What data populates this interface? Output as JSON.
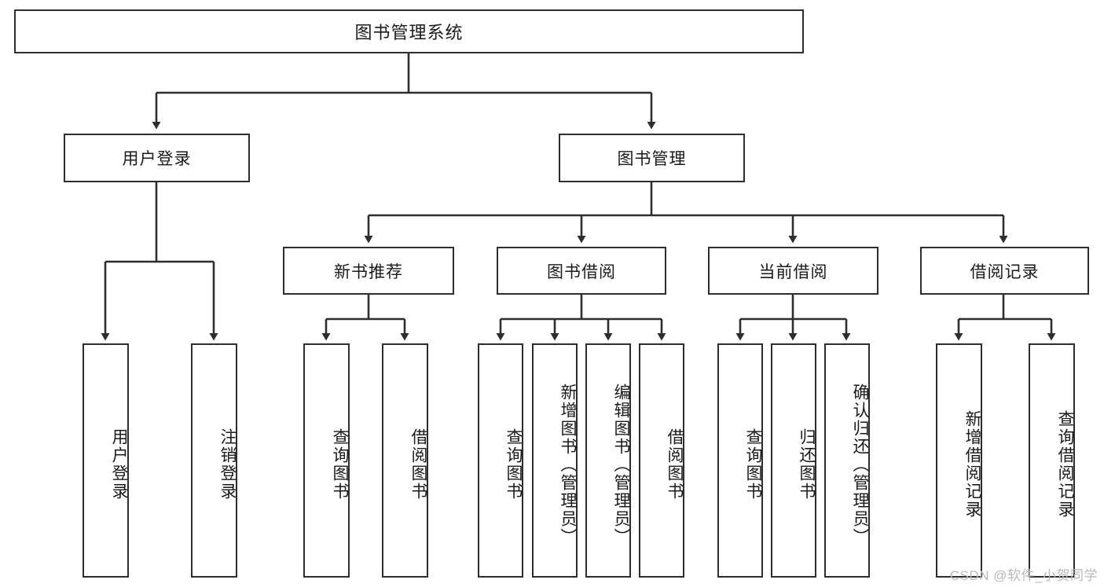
{
  "diagram": {
    "title": "图书管理系统",
    "type": "functional-structure-tree",
    "root": {
      "id": "root",
      "label": "图书管理系统"
    },
    "level1": [
      {
        "id": "user-login",
        "label": "用户登录"
      },
      {
        "id": "book-manage",
        "label": "图书管理"
      }
    ],
    "level2": [
      {
        "id": "new-book-recommend",
        "label": "新书推荐"
      },
      {
        "id": "book-borrow",
        "label": "图书借阅"
      },
      {
        "id": "current-borrow",
        "label": "当前借阅"
      },
      {
        "id": "borrow-record",
        "label": "借阅记录"
      }
    ],
    "leaves": {
      "user_login": [
        {
          "id": "leaf-user-login",
          "label": "用户登录"
        },
        {
          "id": "leaf-logout-login",
          "label": "注销登录"
        }
      ],
      "new_book_recommend": [
        {
          "id": "leaf-query-book-1",
          "label": "查询图书"
        },
        {
          "id": "leaf-borrow-book-1",
          "label": "借阅图书"
        }
      ],
      "book_borrow": [
        {
          "id": "leaf-query-book-2",
          "label": "查询图书"
        },
        {
          "id": "leaf-add-book",
          "label": "新增图书（管理员）"
        },
        {
          "id": "leaf-edit-book",
          "label": "编辑图书（管理员）"
        },
        {
          "id": "leaf-borrow-book-2",
          "label": "借阅图书"
        }
      ],
      "current_borrow": [
        {
          "id": "leaf-query-book-3",
          "label": "查询图书"
        },
        {
          "id": "leaf-return-book",
          "label": "归还图书"
        },
        {
          "id": "leaf-confirm-return",
          "label": "确认归还（管理员）"
        }
      ],
      "borrow_record": [
        {
          "id": "leaf-add-record",
          "label": "新增借阅记录"
        },
        {
          "id": "leaf-query-record",
          "label": "查询借阅记录"
        }
      ]
    }
  },
  "watermark": {
    "text": "CSDN @软件_小贺同学"
  },
  "colors": {
    "stroke": "#2e2e2e",
    "fill": "#ffffff",
    "text": "#1a1a1a",
    "watermark": "#b9b9b9"
  }
}
